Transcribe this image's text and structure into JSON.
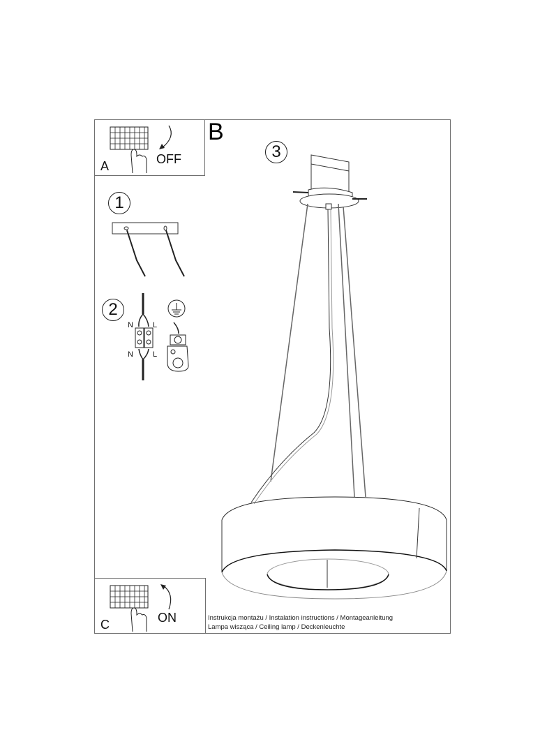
{
  "document": {
    "section_labels": {
      "a": "A",
      "b": "B",
      "c": "C"
    },
    "switch_states": {
      "off": "OFF",
      "on": "ON"
    },
    "steps": [
      {
        "number": "1",
        "description": "mounting-plate-wires"
      },
      {
        "number": "2",
        "description": "terminal-block-wiring"
      },
      {
        "number": "3",
        "description": "ceiling-lamp-assembly"
      }
    ],
    "wiring_labels": {
      "neutral_top": "N",
      "live_top": "L",
      "neutral_bottom": "N",
      "live_bottom": "L"
    },
    "footer": {
      "line1": "Instrukcja montażu / Instalation instructions / Montageanleitung",
      "line2": "Lampa wisząca / Ceiling lamp / Deckenleuchte"
    },
    "colors": {
      "line": "#6f6f6f",
      "ink": "#111111",
      "background": "#ffffff"
    }
  }
}
